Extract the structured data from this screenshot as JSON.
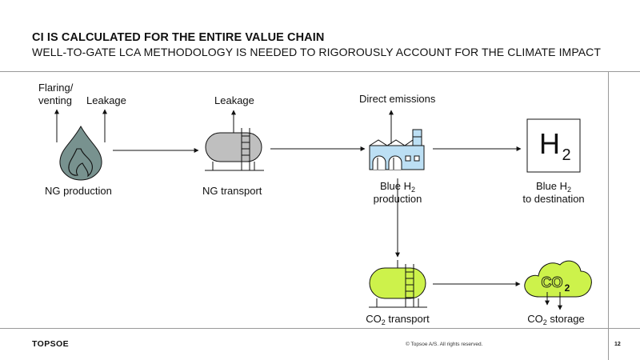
{
  "header": {
    "title": "CI IS CALCULATED FOR THE ENTIRE VALUE CHAIN",
    "subtitle": "WELL-TO-GATE LCA METHODOLOGY IS NEEDED TO RIGOROUSLY ACCOUNT FOR THE CLIMATE IMPACT"
  },
  "annotations": {
    "flaring_line1": "Flaring/",
    "flaring_line2": "venting",
    "leakage_production": "Leakage",
    "leakage_transport": "Leakage",
    "direct_emissions": "Direct emissions"
  },
  "nodes": {
    "ng_production": "NG production",
    "ng_transport": "NG transport",
    "blue_h2_production": {
      "prefix": "Blue H",
      "sub": "2",
      "line2": "production"
    },
    "blue_h2_destination": {
      "prefix": "Blue H",
      "sub": "2",
      "line2": "to destination"
    },
    "co2_transport": {
      "prefix": "CO",
      "sub": "2",
      "suffix": " transport"
    },
    "co2_storage": {
      "prefix": "CO",
      "sub": "2",
      "suffix": " storage"
    }
  },
  "icons": {
    "h2_symbol": "H",
    "h2_sub": "2",
    "co2_symbol": "CO",
    "co2_sub": "2"
  },
  "colors": {
    "flame": "#78928f",
    "tank_gray": "#bfbfbf",
    "factory_blue": "#bcdff4",
    "green": "#cdf24b",
    "line": "#111111"
  },
  "footer": {
    "brand": "TOPSOE",
    "copyright": "© Topsoe A/S. All rights reserved.",
    "page": "12"
  }
}
